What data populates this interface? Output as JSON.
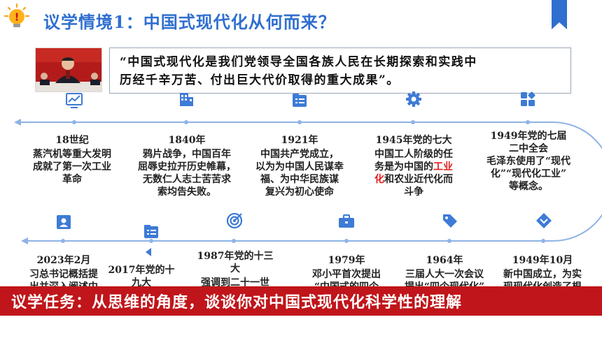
{
  "header": {
    "title": "议学情境1：中国式现代化从何而来？",
    "accent_color": "#2f6fcf"
  },
  "quote": {
    "line1": "“中国式现代化是我们党领导全国各族人民在长期探索和实践中",
    "line2": "历经千辛万苦、付出巨大代价取得的重大成果”。"
  },
  "timeline_top": [
    {
      "year": "18世纪",
      "lines": [
        "蒸汽机等重大发明",
        "成就了第一次工业",
        "革命"
      ],
      "icon": "chart-icon"
    },
    {
      "year": "1840年",
      "lines": [
        "鸦片战争，中国百年",
        "屈辱史拉开历史帷幕，",
        "无数仁人志士苦苦求",
        "索均告失败。"
      ],
      "icon": "building-icon"
    },
    {
      "year": "1921年",
      "lines": [
        "中国共产党成立，",
        "以为为中国人民谋幸",
        "福、为中华民族谋",
        "复兴为初心使命"
      ],
      "icon": "list-icon"
    },
    {
      "year": "1945年党的七大",
      "lines": [
        "中国工人阶级的任",
        "务是为中国的",
        "和农业近代化而",
        "斗争"
      ],
      "highlight_a": "工业",
      "highlight_b": "化",
      "icon": "gear-icon"
    },
    {
      "year": "1949年党的七届",
      "year2": "二中全会",
      "lines": [
        "毛泽东使用了“现代",
        "化”“现代化工业”",
        "等概念。"
      ],
      "icon": "apps-icon"
    }
  ],
  "timeline_bottom": [
    {
      "year": "2023年2月",
      "lines": [
        "习总书记概括提",
        "出并深入阐述中"
      ],
      "icon": "contact-icon"
    },
    {
      "year": "2017年党的十",
      "year2": "九大",
      "icon": "list-icon"
    },
    {
      "year": "1987年党的十三",
      "year2": "大",
      "lines": [
        "强调到二十一世"
      ],
      "icon": "target-icon"
    },
    {
      "year": "1979年",
      "lines": [
        "邓小平首次提出",
        "“中国式的四个"
      ],
      "icon": "briefcase-icon"
    },
    {
      "year": "1964年",
      "lines": [
        "三届人大一次会议",
        "提出“四个现代化”"
      ],
      "icon": "tag-icon"
    },
    {
      "year": "1949年10月",
      "lines": [
        "新中国成立，为实",
        "现现代化创造了根"
      ],
      "icon": "chevron-badge-icon"
    }
  ],
  "task": {
    "text": "议学任务：从思维的角度，谈谈你对中国式现代化科学性的理解",
    "bar_color": "#c0151a"
  }
}
